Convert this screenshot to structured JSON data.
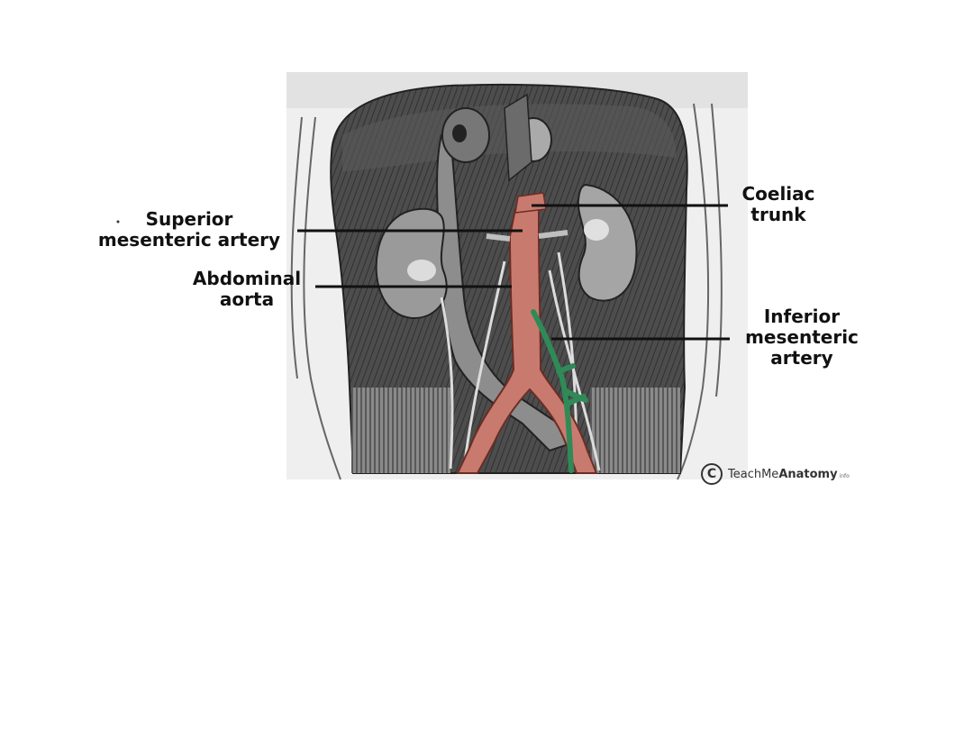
{
  "labels": {
    "superior_mesenteric": [
      "Superior",
      "mesenteric artery"
    ],
    "abdominal_aorta": [
      "Abdominal",
      "aorta"
    ],
    "coeliac_trunk": [
      "Coeliac",
      "trunk"
    ],
    "inferior_mesenteric": [
      "Inferior",
      "mesenteric",
      "artery"
    ]
  },
  "watermark": {
    "symbol": "C",
    "prefix": "TeachMe",
    "brand": "Anatomy",
    "suffix": "info"
  },
  "colors": {
    "artery_highlight": "#c97a6e",
    "ima_highlight": "#2e8b57",
    "leader_line": "#111111",
    "engraving_dark": "#3a3a3a"
  }
}
